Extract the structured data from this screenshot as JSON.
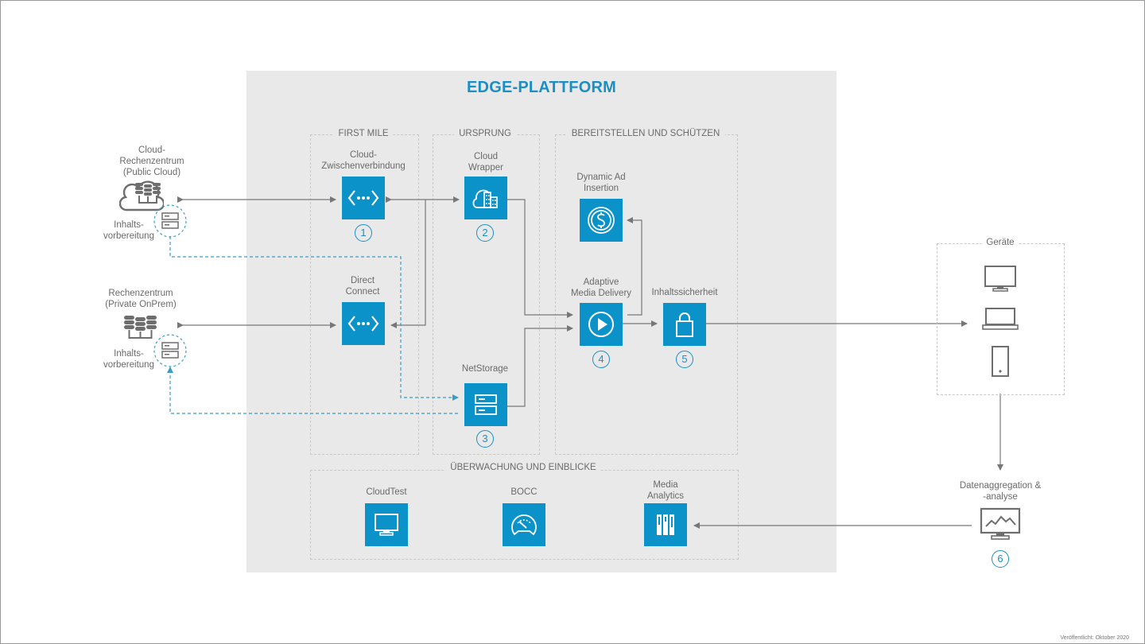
{
  "platform": {
    "title": "EDGE-PLATTFORM"
  },
  "zones": {
    "first_mile": "FIRST MILE",
    "origin": "URSPRUNG",
    "deliver": "BEREITSTELLEN UND SCHÜTZEN",
    "monitoring": "ÜBERWACHUNG UND EINBLICKE"
  },
  "sources": {
    "public_cloud": {
      "line1": "Cloud-",
      "line2": "Rechenzentrum",
      "line3": "(Public Cloud)",
      "prep1": "Inhalts-",
      "prep2": "vorbereitung"
    },
    "private": {
      "line1": "Rechenzentrum",
      "line2": "(Private OnPrem)",
      "prep1": "Inhalts-",
      "prep2": "vorbereitung"
    }
  },
  "nodes": {
    "cloud_interconnect": {
      "line1": "Cloud-",
      "line2": "Zwischenverbindung",
      "number": "1"
    },
    "direct_connect": {
      "line1": "Direct",
      "line2": "Connect"
    },
    "cloud_wrapper": {
      "line1": "Cloud",
      "line2": "Wrapper",
      "number": "2"
    },
    "netstorage": {
      "line1": "NetStorage",
      "number": "3"
    },
    "dai": {
      "line1": "Dynamic Ad",
      "line2": "Insertion"
    },
    "amd": {
      "line1": "Adaptive",
      "line2": "Media Delivery",
      "number": "4"
    },
    "security": {
      "line1": "Inhaltssicherheit",
      "number": "5"
    },
    "cloudtest": {
      "line1": "CloudTest"
    },
    "bocc": {
      "line1": "BOCC"
    },
    "media_analytics": {
      "line1": "Media",
      "line2": "Analytics"
    }
  },
  "devices": {
    "label": "Geräte",
    "items": [
      "monitor-icon",
      "laptop-icon",
      "phone-icon"
    ]
  },
  "analytics": {
    "line1": "Datenaggregation &",
    "line2": "-analyse",
    "number": "6"
  },
  "colors": {
    "accent": "#0b93c9",
    "title": "#1a8fc4",
    "line": "#777777",
    "dashed": "#3a9cc6"
  },
  "footer": "Veröffentlicht: Oktober 2020"
}
